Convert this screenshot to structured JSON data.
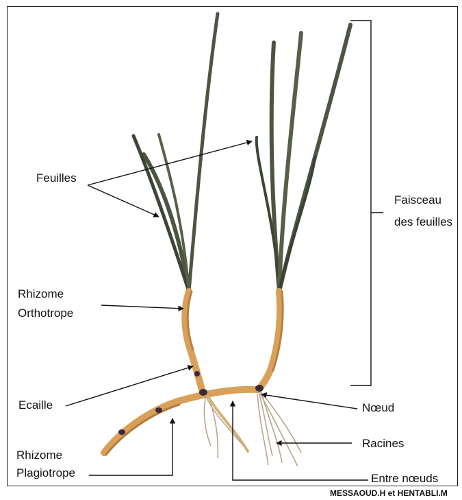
{
  "labels": {
    "feuilles": "Feuilles",
    "faisceau_line1": "Faisceau",
    "faisceau_line2": "des feuilles",
    "rhizome_ortho_line1": "Rhizome",
    "rhizome_ortho_line2": "Orthotrope",
    "ecaille": "Ecaille",
    "noeud": "Nœud",
    "racines": "Racines",
    "rhizome_plagio_line1": "Rhizome",
    "rhizome_plagio_line2": "Plagiotrope",
    "entre_noeuds": "Entre nœuds"
  },
  "credit": "MESSAOUD.H et HENTABLI.M",
  "colors": {
    "leaf": "#4b5540",
    "leaf_dark": "#2f3529",
    "stem": "#d9a05a",
    "stem_dark": "#9a6a33",
    "node": "#3a2a3a",
    "root": "#b9a58c",
    "line": "#111111"
  }
}
